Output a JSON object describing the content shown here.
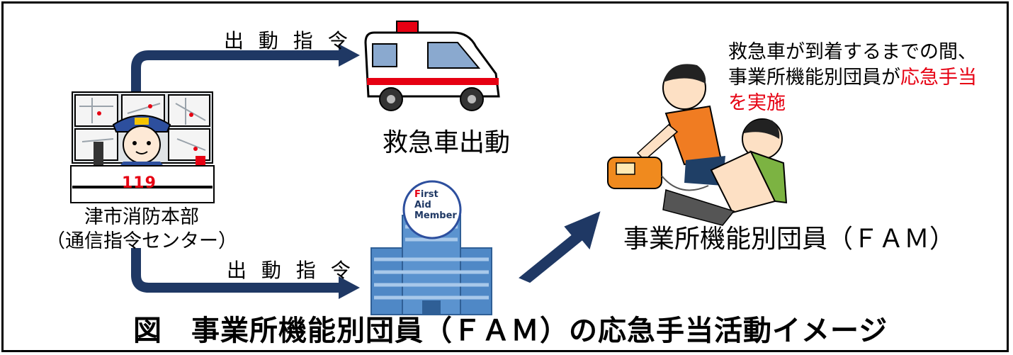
{
  "dispatch_label_top": "出 動 指 令",
  "dispatch_label_bottom": "出 動 指 令",
  "ambulance_caption": "救急車出動",
  "hq": {
    "panel_number": "119",
    "name_line1": "津市消防本部",
    "name_line2": "（通信指令センター）"
  },
  "fam_badge": {
    "line1": "First",
    "line2": "Aid",
    "line3": "Member"
  },
  "fam_caption": "事業所機能別団員（ＦＡＭ）",
  "note": {
    "line1": "救急車が到着するまでの間、",
    "line2_plain": "事業所機能別団員が",
    "line2_red": "応急手当",
    "line3_red": "を実施"
  },
  "figure_caption": "図　事業所機能別団員（ＦＡＭ）の応急手当活動イメージ",
  "colors": {
    "arrow": "#1f3864",
    "highlight": "#e60012",
    "building": "#4f88c6"
  }
}
